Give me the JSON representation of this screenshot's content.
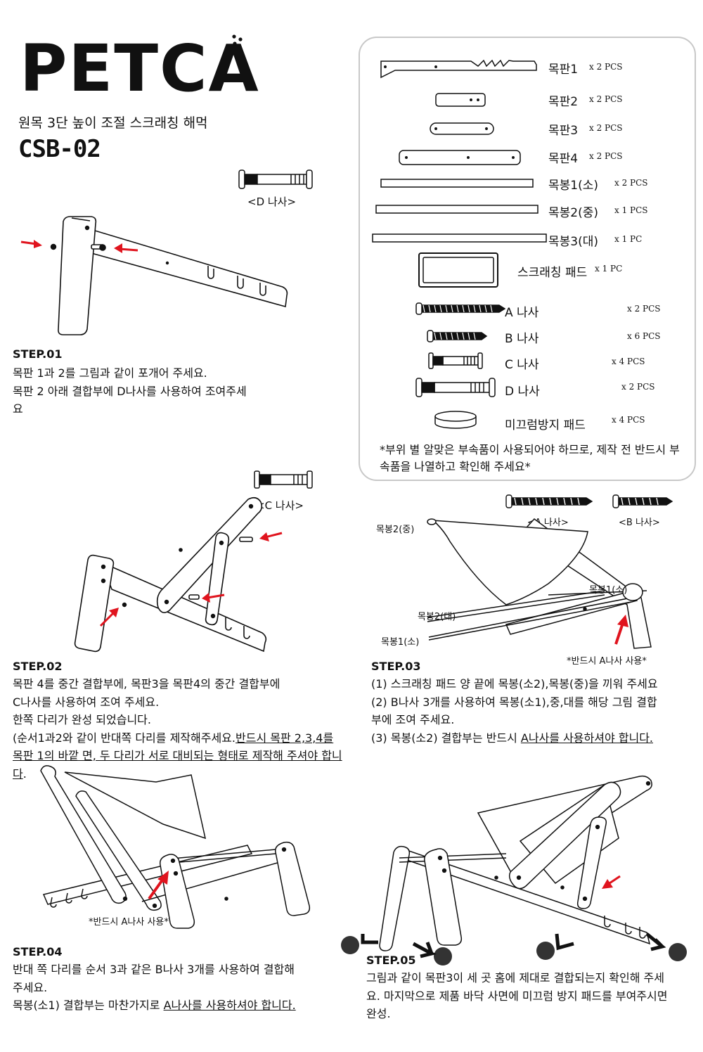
{
  "header": {
    "logo_text": "PETCA",
    "subtitle": "원목 3단 높이 조절 스크래칭 해먹",
    "model": "CSB-02"
  },
  "parts": [
    {
      "name": "목판1",
      "qty": "x 2 PCS"
    },
    {
      "name": "목판2",
      "qty": "x 2 PCS"
    },
    {
      "name": "목판3",
      "qty": "x 2 PCS"
    },
    {
      "name": "목판4",
      "qty": "x 2 PCS"
    },
    {
      "name": "목봉1(소)",
      "qty": "x 2 PCS"
    },
    {
      "name": "목봉2(중)",
      "qty": "x 1 PCS"
    },
    {
      "name": "목봉3(대)",
      "qty": "x 1 PC"
    },
    {
      "name": "스크래칭 패드",
      "qty": "x 1 PC"
    },
    {
      "name": "A 나사",
      "qty": "x 2 PCS"
    },
    {
      "name": "B 나사",
      "qty": "x 6 PCS"
    },
    {
      "name": "C 나사",
      "qty": "x 4 PCS"
    },
    {
      "name": "D 나사",
      "qty": "x 2 PCS"
    },
    {
      "name": "미끄럼방지 패드",
      "qty": "x 4 PCS"
    }
  ],
  "parts_note": "*부위 별 알맞은 부속품이 사용되어야 하므로, 제작 전 반드시 부속품을 나열하고 확인해 주세요*",
  "step1": {
    "screw_label": "<D 나사>",
    "title": "STEP.01",
    "lines": [
      "목판 1과 2를 그림과 같이 포개어 주세요.",
      "목판 2 아래 결합부에 D나사를 사용하여 조여주세",
      "요"
    ]
  },
  "step2": {
    "screw_label": "<C 나사>",
    "title": "STEP.02",
    "lines": [
      "목판 4를 중간 결합부에, 목판3을 목판4의 중간 결합부에",
      "C나사를 사용하여 조여 주세요.",
      "한쪽 다리가 완성 되었습니다."
    ],
    "line4_a": "(순서1과2와 같이 반대쪽 다리를 제작해주세요.",
    "line4_b": "반드시 목판 2,3,4를",
    "line5": "목판 1의 바깥 면, 두 다리가 서로 대비되는 형태로 제작해 주셔야 합니",
    "line6": "다",
    "line6_end": "."
  },
  "step3": {
    "screw_a": "<A 나사>",
    "screw_b": "<B 나사>",
    "label_rod2_mid": "목봉2(중)",
    "label_rod1_small_top": "목봉1(소)",
    "label_rod2_large": "목봉2(대)",
    "label_rod1_small_bottom": "목봉1(소)",
    "caption": "*반드시 A나사 사용*",
    "title": "STEP.03",
    "lines": [
      "(1) 스크래칭 패드 양 끝에 목봉(소2),목봉(중)을 끼워 주세요",
      "(2) B나사 3개를 사용하여 목봉(소1),중,대를 해당 그림 결합",
      "부에 조여 주세요."
    ],
    "line4_a": "(3) 목봉(소2) 결합부는 반드시 ",
    "line4_b": "A나사를 사용하셔야 합니다."
  },
  "step4": {
    "caption": "*반드시 A나사 사용*",
    "title": "STEP.04",
    "lines": [
      "반대 쪽 다리를 순서 3과 같은 B나사 3개를 사용하여 결합해",
      "주세요."
    ],
    "line3_a": "목봉(소1) 결합부는 마찬가지로 ",
    "line3_b": "A나사를 사용하셔야 합니다."
  },
  "step5": {
    "title": "STEP.05",
    "lines": [
      "그림과 같이 목판3이 세 곳 홈에 제대로 결합되는지 확인해 주세",
      "요. 마지막으로 제품 바닥 사면에 미끄럼 방지 패드를 부여주시면",
      "완성."
    ]
  },
  "colors": {
    "arrow": "#e0141e",
    "text": "#111111",
    "box_border": "#c8c8c8"
  }
}
